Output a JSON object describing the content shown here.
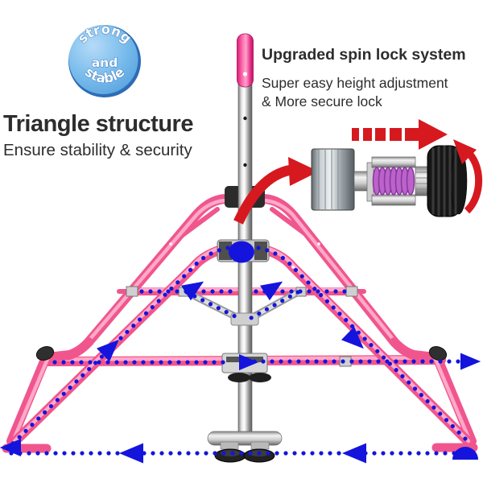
{
  "badge": {
    "top": "strong",
    "middle": "and",
    "bottom": "stable"
  },
  "annotations": {
    "left": {
      "title": "Triangle structure",
      "subtitle": "Ensure stability & security"
    },
    "right": {
      "title": "Upgraded spin lock system",
      "line1": "Super easy height adjustment",
      "line2": "& More secure lock"
    }
  },
  "diagram": {
    "subject": "foldable kip bar with height-adjustable pole",
    "callouts": [
      "blue dotted triangle path with direction arrows over pink frame",
      "red arrows pointing from pole clamp to enlarged spin-lock mechanism"
    ]
  },
  "colors": {
    "frame_pink": "#f0568d",
    "frame_pink_light": "#ffa9c9",
    "frame_pink_deep": "#d91b72",
    "accent_blue": "#1414dd",
    "arrow_red": "#d6191f",
    "badge_fill": "#74b9ea",
    "badge_rim": "#2e6db6",
    "text_dark": "#2d2d2d",
    "spring_purple": "#bb63cb",
    "knob_black": "#161616"
  }
}
